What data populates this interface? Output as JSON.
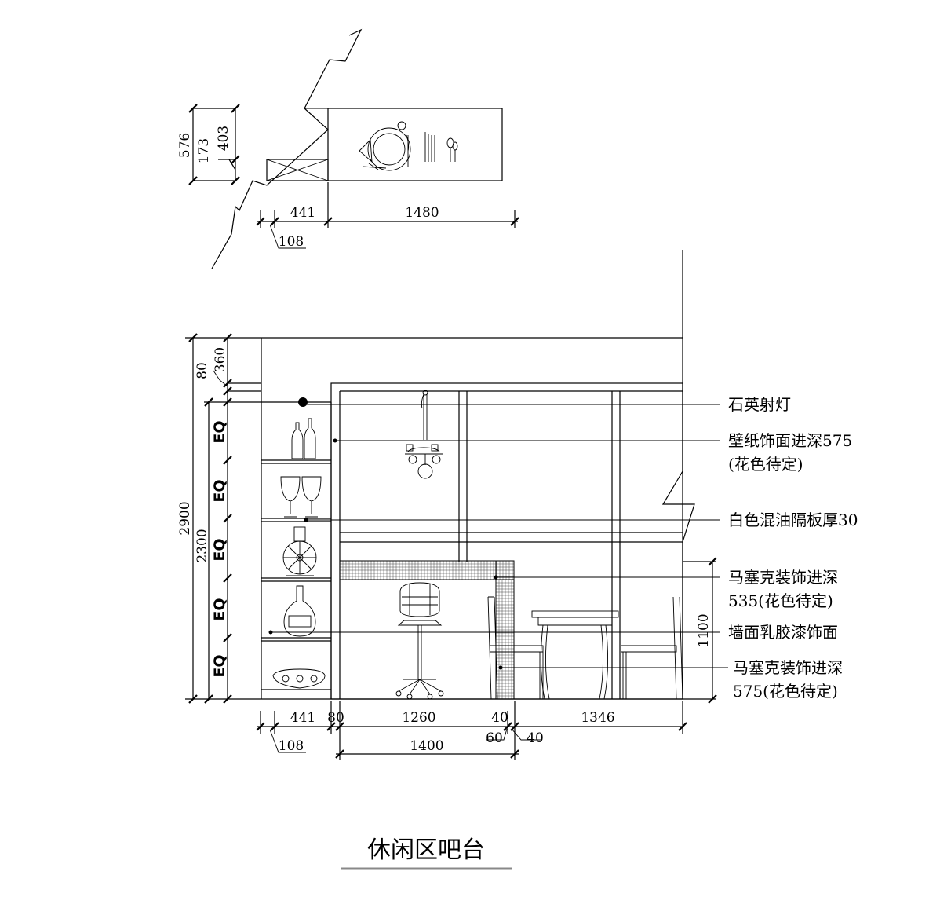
{
  "title": "休闲区吧台",
  "plan_dims": {
    "d576": "576",
    "d173": "173",
    "d403": "403",
    "d441": "441",
    "d1480": "1480",
    "d108": "108"
  },
  "elev_dims": {
    "d2900": "2900",
    "d2300": "2300",
    "d80": "80",
    "d360": "360",
    "eq": "EQ",
    "d441": "441",
    "d80b": "80",
    "d1260": "1260",
    "d40a": "40",
    "d1346": "1346",
    "d108": "108",
    "d1400": "1400",
    "d60": "60",
    "d40b": "40",
    "d1100": "1100"
  },
  "labels": {
    "spotlight": "石英射灯",
    "wallpaper": "壁纸饰面进深575",
    "wallpaper_note": "(花色待定)",
    "shelf": "白色混油隔板厚30",
    "mosaic1": "马塞克装饰进深",
    "mosaic1_note": "535(花色待定)",
    "latex": "墙面乳胶漆饰面",
    "mosaic2": "马塞克装饰进深",
    "mosaic2_note": "575(花色待定)"
  }
}
